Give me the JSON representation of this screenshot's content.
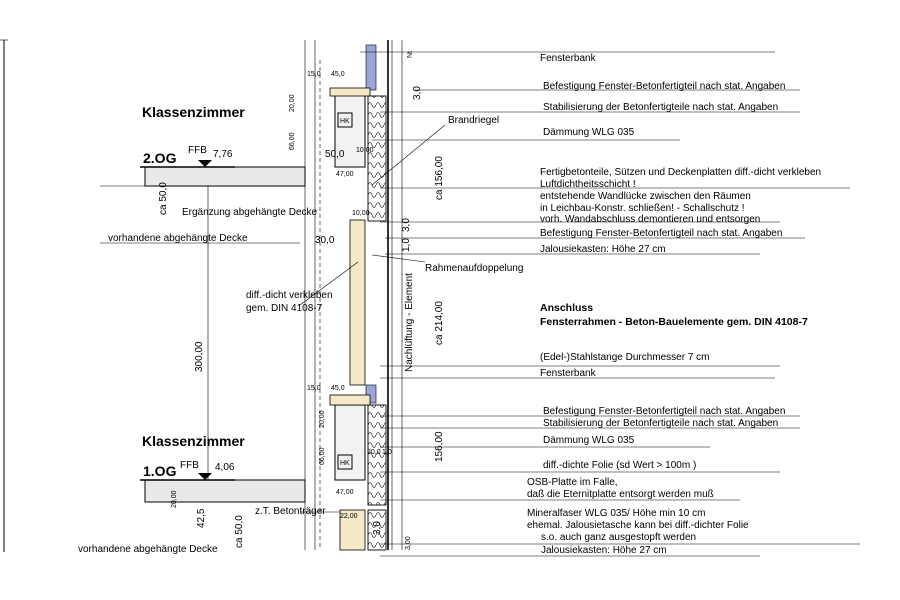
{
  "rooms": [
    {
      "label": "Klassenzimmer"
    },
    {
      "label": "Klassenzimmer"
    }
  ],
  "levels": [
    {
      "name": "2.OG",
      "ffb": "FFB",
      "elevation": "7,76"
    },
    {
      "name": "1.OG",
      "ffb": "FFB",
      "elevation": "4,06"
    }
  ],
  "left_notes": {
    "ergaenzung": "Ergänzung abgehängte Decke",
    "vorhandene_upper": "vorhandene abgehängte Decke",
    "vorhandene_lower": "vorhandene abgehängte Decke",
    "diff_dicht_1": "diff.-dicht verkleben",
    "diff_dicht_2": "gem. DIN 4108-7",
    "betontraeger": "z.T. Betonträger",
    "brandriegel": "Brandriegel",
    "rahmenaufdoppelung": "Rahmenaufdoppelung",
    "hk_upper": "HK",
    "hk_lower": "HK"
  },
  "right_notes": {
    "fensterbank_top": "Fensterbank",
    "befestigung_1": "Befestigung Fenster-Betonfertigteil nach stat. Angaben",
    "stabilisierung_1": "Stabilisierung der Betonfertigteile nach stat. Angaben",
    "daemmung_1": "Dämmung WLG 035",
    "fertig_1": "Fertigbetonteile, Sützen und Deckenplatten diff.-dicht verkleben",
    "fertig_2": "Luftdichtheitsschicht !",
    "fertig_3": "entstehende Wandlücke zwischen den Räumen",
    "fertig_4": "in Leichbau-Konstr. schließen! - Schallschutz !",
    "fertig_5": "vorh. Wandabschluss demontieren und entsorgen",
    "befestigung_2": "Befestigung Fenster-Betonfertigteil nach stat. Angaben",
    "jalousie_1": "Jalousiekasten: Höhe 27 cm",
    "anschluss_1": "Anschluss",
    "anschluss_2": "Fensterrahmen - Beton-Bauelemente gem. DIN 4108-7",
    "stahlstange": "(Edel-)Stahlstange Durchmesser 7 cm",
    "fensterbank_mid": "Fensterbank",
    "befestigung_3": "Befestigung Fenster-Betonfertigteil nach stat. Angaben",
    "stabilisierung_2": "Stabilisierung der Betonfertigteile nach stat. Angaben",
    "daemmung_2": "Dämmung WLG 035",
    "folie": "diff.-dichte Folie (sd Wert > 100m )",
    "osb_1": "OSB-Platte im Falle,",
    "osb_2": "daß die Eternitplatte entsorgt werden muß",
    "mineral_1": "Mineralfaser WLG 035/ Höhe min 10 cm",
    "mineral_2": "ehemal. Jalousietasche kann bei diff.-dichter Folie",
    "mineral_3": "s.o. auch ganz ausgestopft werden",
    "jalousie_2": "Jalousiekasten: Höhe 27 cm"
  },
  "dimensions": {
    "d_15_top": "15,0",
    "d_45_top": "45,0",
    "d_3_top": "3,0",
    "d_20_top": "20,00",
    "d_66_top": "66,00",
    "d_50_slab": "50,0",
    "d_10_a": "10,00",
    "d_47_top": "47,00",
    "d_156_top": "ca 156,00",
    "d_50_ca": "ca 50,0",
    "d_10_b": "10,00",
    "d_3_mid": "3,0",
    "d_30": "30,0",
    "d_1_mid": "1,0",
    "nachl": "Nachlüftung - Element",
    "d_214": "ca 214,00",
    "d_300": "300,00",
    "d_15_mid": "15,0",
    "d_45_mid": "45,0",
    "d_20_mid": "20,00",
    "d_156_low": "156,00",
    "d_20_1": "20,0",
    "d_1_0": "1,0",
    "d_66_low": "66,00",
    "d_47_low": "47,00",
    "d_20_low": "20,00",
    "d_42": "42,5",
    "d_50_low": "ca 50,0",
    "d_22": "22,00",
    "d_3_low": "3,0",
    "d_3_bot": "3,00",
    "d_top_mark": "Nt"
  }
}
